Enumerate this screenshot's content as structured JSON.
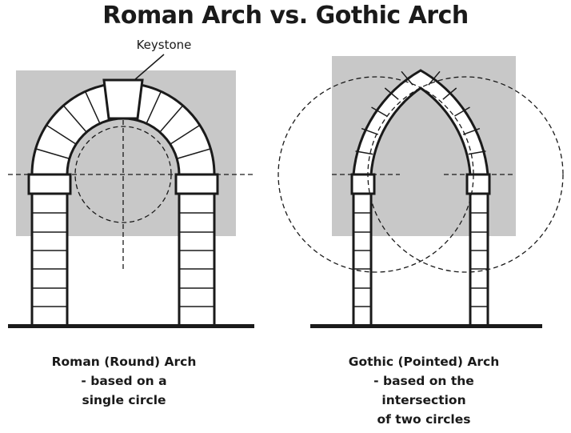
{
  "title": "Roman Arch vs. Gothic Arch",
  "labels": {
    "keystone": "Keystone"
  },
  "roman": {
    "caption_lines": [
      "Roman (Round) Arch",
      "- based on a",
      "single circle"
    ]
  },
  "gothic": {
    "caption_lines": [
      "Gothic (Pointed) Arch",
      "- based on the",
      "intersection",
      "of two circles"
    ]
  },
  "colors": {
    "background_panel": "#c8c8c8",
    "line": "#1a1a1a",
    "stone": "#ffffff"
  }
}
